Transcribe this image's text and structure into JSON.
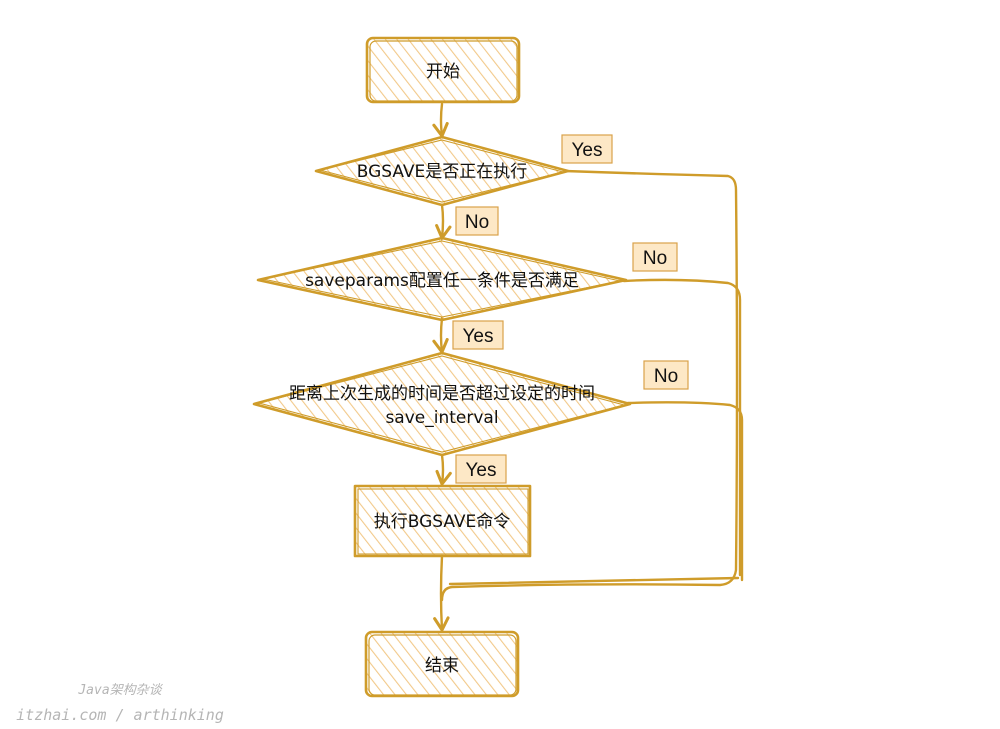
{
  "nodes": {
    "start": "开始",
    "bgsave_running": "BGSAVE是否正在执行",
    "saveparams_met": "saveparams配置任一条件是否满足",
    "interval_line1": "距离上次生成的时间是否超过设定的时间",
    "interval_line2": "save_interval",
    "exec_bgsave": "执行BGSAVE命令",
    "end": "结束"
  },
  "edge_labels": {
    "bgsave_yes": "Yes",
    "bgsave_no": "No",
    "saveparams_no": "No",
    "saveparams_yes": "Yes",
    "interval_no": "No",
    "interval_yes": "Yes"
  },
  "watermark": {
    "line1": "Java架构杂谈",
    "line2": "itzhai.com / arthinking"
  },
  "colors": {
    "stroke": "#cf9c2a",
    "hatch": "#f2c98a",
    "label_fill": "#fde8c6",
    "watermark": "#b5b5b5"
  }
}
